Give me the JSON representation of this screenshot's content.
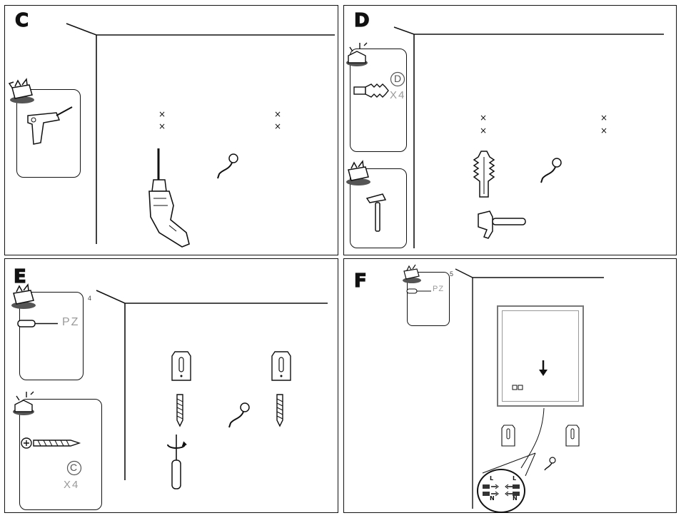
{
  "panels": {
    "c": {
      "letter": "C",
      "marks": [
        "×",
        "×",
        "×",
        "×"
      ]
    },
    "d": {
      "letter": "D",
      "part_code": "D",
      "quantity": "X4",
      "marks": [
        "×",
        "×",
        "×",
        "×"
      ]
    },
    "e": {
      "letter": "E",
      "step_number": "4",
      "bit_label": "PZ",
      "part_code": "C",
      "quantity": "X4"
    },
    "f": {
      "letter": "F",
      "step_number": "5",
      "bit_label": "PZ",
      "wire_labels": [
        "L",
        "N",
        "L",
        "N"
      ]
    }
  }
}
